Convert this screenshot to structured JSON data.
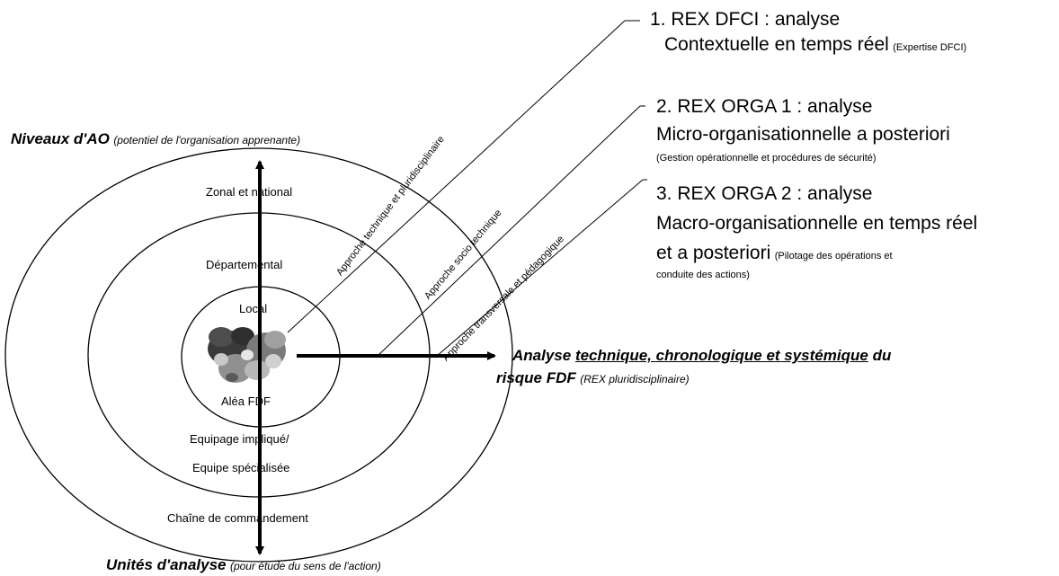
{
  "rex": [
    {
      "title": "1. REX DFCI : analyse",
      "line2": "Contextuelle en temps réel",
      "note": "(Expertise DFCI)"
    },
    {
      "title": "2. REX ORGA 1 : analyse",
      "line2": "Micro-organisationnelle a posteriori",
      "note": "(Gestion opérationnelle et procédures de sécurité)"
    },
    {
      "title": "3. REX ORGA 2 : analyse",
      "line2": "Macro-organisationnelle en temps réel",
      "line3": "et a posteriori",
      "note": "(Pilotage des opérations et",
      "note2": "conduite des actions)"
    }
  ],
  "vertical_axis": {
    "top_title": "Niveaux d'AO",
    "top_sub": "(potentiel de l'organisation apprenante)",
    "bottom_title": "Unités d'analyse",
    "bottom_sub": "(pour étude du sens de l'action)"
  },
  "horizontal_axis": {
    "title_part1": "Analyse",
    "title_underlined": "technique, chronologique et systémique",
    "title_part2": "du",
    "title_line2": "risque FDF",
    "sub": "(REX pluridisciplinaire)"
  },
  "upper_rings": [
    "Zonal et national",
    "Départemental",
    "Local"
  ],
  "lower_rings": [
    "Aléa FDF",
    "Equipage impliqué/",
    "Equipe spécialisée",
    "Chaîne de commandement"
  ],
  "approaches": [
    "Approche technique et pluridisciplinaire",
    "Approche socio technique",
    "Approche transversale et pédagogique"
  ]
}
